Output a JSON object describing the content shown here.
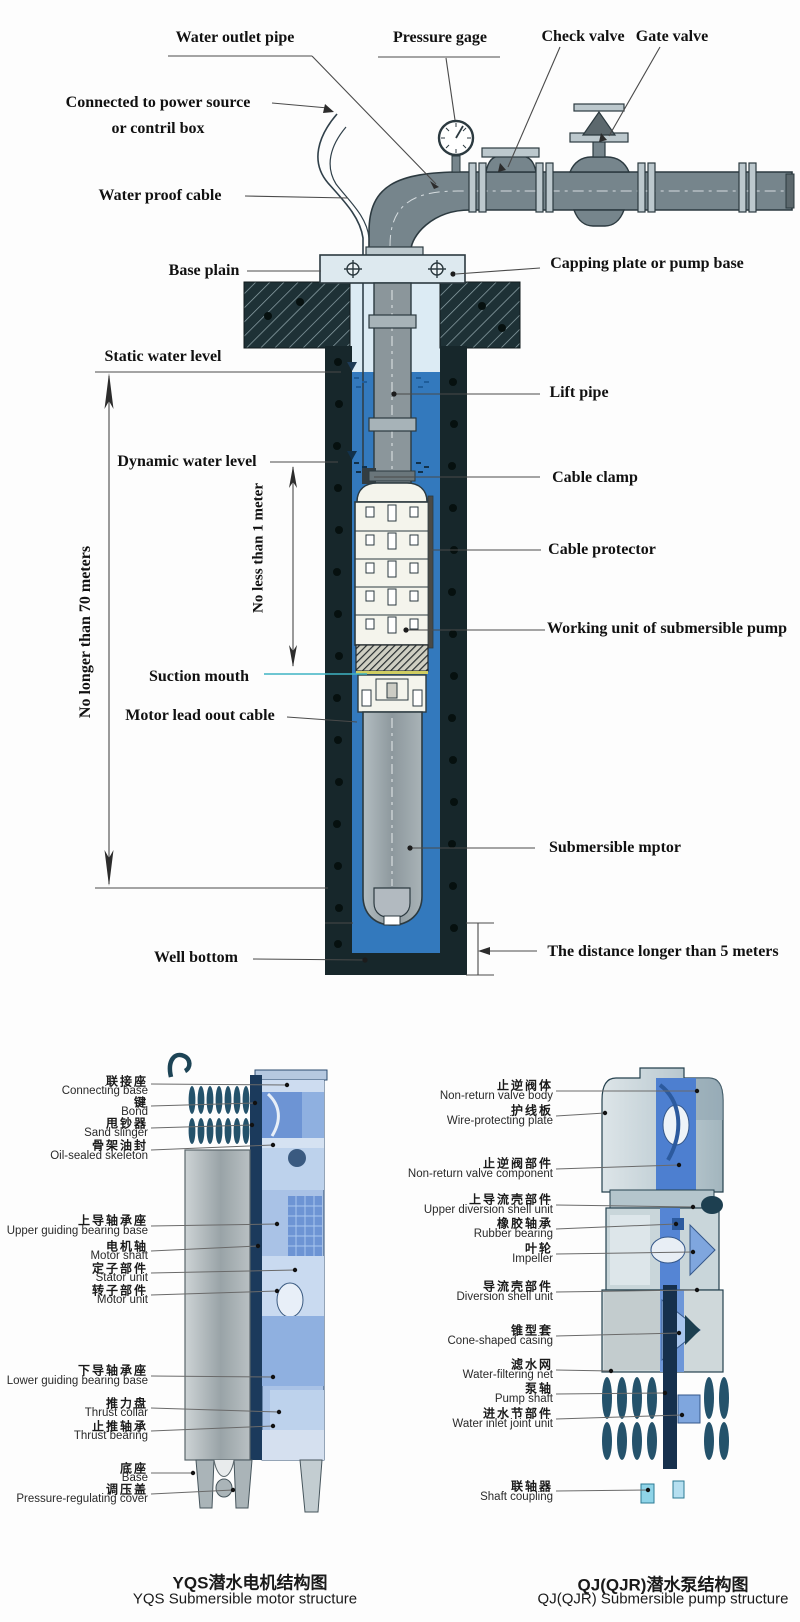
{
  "installation_diagram": {
    "labels": {
      "water_outlet_pipe": "Water outlet pipe",
      "pressure_gage": "Pressure gage",
      "check_valve": "Check valve",
      "gate_valve": "Gate valve",
      "power_source_line1": "Connected to power source",
      "power_source_line2": "or contril box",
      "water_proof_cable": "Water proof cable",
      "base_plain": "Base plain",
      "capping_plate": "Capping plate or pump base",
      "static_water_level": "Static water level",
      "dynamic_water_level": "Dynamic water level",
      "no_longer_than_70m": "No longer than 70 meters",
      "no_less_than_1m": "No less than 1 meter",
      "lift_pipe": "Lift pipe",
      "cable_clamp": "Cable clamp",
      "cable_protector": "Cable protector",
      "working_unit": "Working unit of submersible pump",
      "suction_mouth": "Suction mouth",
      "motor_lead_cable": "Motor lead oout cable",
      "submersible_motor": "Submersible mptor",
      "well_bottom": "Well bottom",
      "distance_5m": "The distance longer than 5 meters"
    }
  },
  "motor_structure": {
    "caption_zh": "YQS潜水电机结构图",
    "caption_en": "YQS Submersible motor structure",
    "parts": [
      {
        "zh": "联接座",
        "en": "Connecting base"
      },
      {
        "zh": "键",
        "en": "Bond"
      },
      {
        "zh": "甩钞器",
        "en": "Sand slinger"
      },
      {
        "zh": "骨架油封",
        "en": "Oil-sealed skeleton"
      },
      {
        "zh": "上导轴承座",
        "en": "Upper guiding bearing base"
      },
      {
        "zh": "电机轴",
        "en": "Motor shaft"
      },
      {
        "zh": "定子部件",
        "en": "Stator unit"
      },
      {
        "zh": "转子部件",
        "en": "Motor unit"
      },
      {
        "zh": "下导轴承座",
        "en": "Lower guiding bearing base"
      },
      {
        "zh": "推力盘",
        "en": "Thrust collar"
      },
      {
        "zh": "止推轴承",
        "en": "Thrust bearing"
      },
      {
        "zh": "底座",
        "en": "Base"
      },
      {
        "zh": "调压盖",
        "en": "Pressure-regulating cover"
      }
    ]
  },
  "pump_structure": {
    "caption_zh": "QJ(QJR)潜水泵结构图",
    "caption_en": "QJ(QJR) Submersible pump structure",
    "parts": [
      {
        "zh": "止逆阀体",
        "en": "Non-return valve body"
      },
      {
        "zh": "护线板",
        "en": "Wire-protecting plate"
      },
      {
        "zh": "止逆阀部件",
        "en": "Non-return valve component"
      },
      {
        "zh": "上导流壳部件",
        "en": "Upper diversion shell unit"
      },
      {
        "zh": "橡胶轴承",
        "en": "Rubber bearing"
      },
      {
        "zh": "叶轮",
        "en": "Impeller"
      },
      {
        "zh": "导流壳部件",
        "en": "Diversion shell unit"
      },
      {
        "zh": "锥型套",
        "en": "Cone-shaped casing"
      },
      {
        "zh": "滤水网",
        "en": "Water-filtering net"
      },
      {
        "zh": "泵轴",
        "en": "Pump shaft"
      },
      {
        "zh": "进水节部件",
        "en": "Water inlet joint unit"
      },
      {
        "zh": "联轴器",
        "en": "Shaft coupling"
      }
    ]
  }
}
